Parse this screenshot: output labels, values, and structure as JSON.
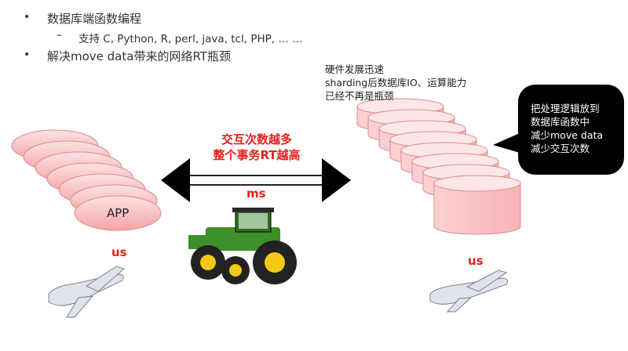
{
  "bullets": [
    {
      "text": "数据库端函数编程",
      "sub": [
        "支持 C, Python, R, perl, java, tcl, PHP, … …"
      ]
    },
    {
      "text": "解决move data带来的网络RT瓶颈"
    }
  ],
  "db_note": [
    "硬件发展迅速",
    "sharding后数据库IO、运算能力",
    "已经不再是瓶颈"
  ],
  "bubble": [
    "把处理逻辑放到",
    "数据库函数中",
    "减少move data",
    "减少交互次数"
  ],
  "arrow_label": [
    "交互次数越多",
    "整个事务RT越高"
  ],
  "latency": {
    "network": "ms",
    "app": "us",
    "db": "us"
  },
  "app_label": "APP",
  "colors": {
    "accent": "#e8201c",
    "shape_fill": "#f9b9bb",
    "shape_stroke": "#d98c8e"
  }
}
